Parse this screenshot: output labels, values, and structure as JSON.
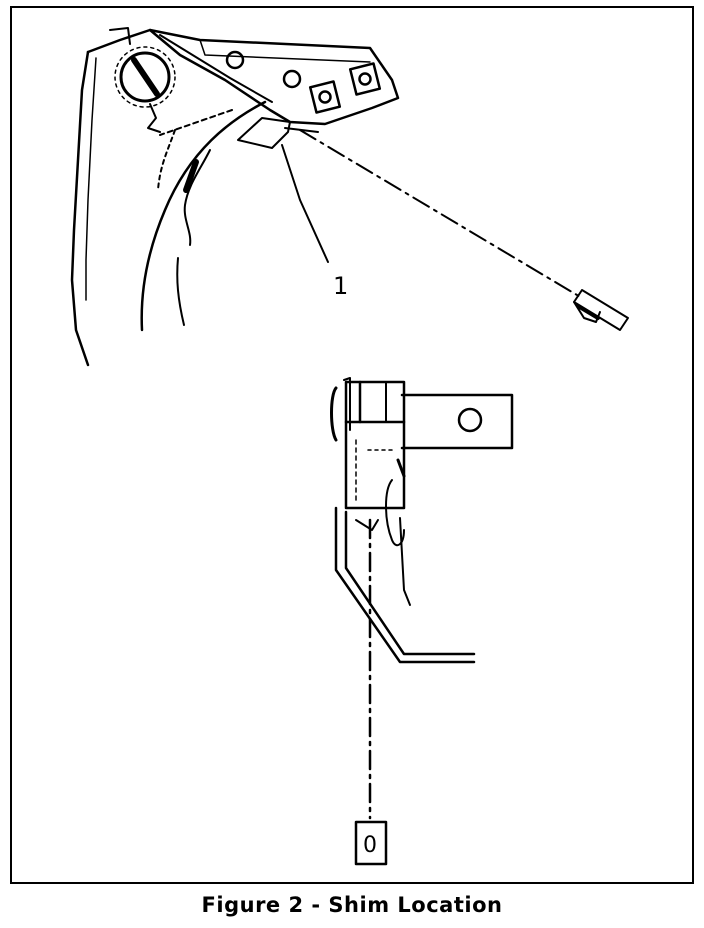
{
  "diagram": {
    "callouts": [
      {
        "id": "part-1",
        "label": "1"
      },
      {
        "id": "shim",
        "label": "0"
      }
    ]
  },
  "caption": "Figure 2 - Shim Location",
  "colors": {
    "ink": "#000000",
    "paper": "#ffffff"
  }
}
